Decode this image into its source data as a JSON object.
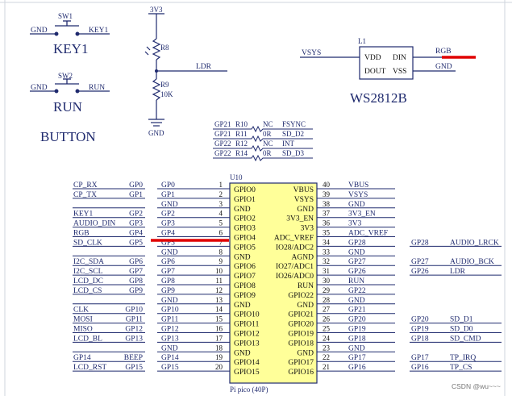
{
  "colors": {
    "wire": "#1f2a6e",
    "chip_fill": "#ffff99",
    "highlight": "#e00000"
  },
  "buttons": {
    "title": "BUTTON",
    "sw1": {
      "ref": "SW1",
      "left": "GND",
      "right": "KEY1",
      "name": "KEY1"
    },
    "sw2": {
      "ref": "SW2",
      "left": "GND",
      "right": "RUN",
      "name": "RUN"
    }
  },
  "ldr": {
    "supply": "3V3",
    "r8": "R8",
    "net": "LDR",
    "r9": "R9",
    "r9_value": "10K",
    "ground": "GND"
  },
  "ws2812": {
    "ref": "L1",
    "part": "WS2812B",
    "pins": {
      "vdd": "VDD",
      "din": "DIN",
      "dout": "DOUT",
      "vss": "VSS"
    },
    "nets": {
      "vsys": "VSYS",
      "rgb": "RGB",
      "gnd": "GND"
    }
  },
  "resistors": [
    {
      "gp": "GP21",
      "ref": "R10",
      "val": "NC",
      "net": "FSYNC"
    },
    {
      "gp": "GP21",
      "ref": "R11",
      "val": "0R",
      "net": "SD_D2"
    },
    {
      "gp": "GP22",
      "ref": "R12",
      "val": "NC",
      "net": "INT"
    },
    {
      "gp": "GP22",
      "ref": "R14",
      "val": "0R",
      "net": "SD_D3"
    }
  ],
  "pico": {
    "ref": "U10",
    "footer": "Pi pico (40P)",
    "left_pins": [
      {
        "num": "1",
        "name": "GPIO0",
        "net": "GP0",
        "sig": "CP_RX",
        "gp": "GP0"
      },
      {
        "num": "2",
        "name": "GPIO1",
        "net": "GP1",
        "sig": "CP_TX",
        "gp": "GP1"
      },
      {
        "num": "3",
        "name": "GND",
        "net": "GND",
        "sig": "",
        "gp": ""
      },
      {
        "num": "4",
        "name": "GPIO2",
        "net": "GP2",
        "sig": "KEY1",
        "gp": "GP2"
      },
      {
        "num": "5",
        "name": "GPIO3",
        "net": "GP3",
        "sig": "AUDIO_DIN",
        "gp": "GP3"
      },
      {
        "num": "6",
        "name": "GPIO4",
        "net": "GP4",
        "sig": "RGB",
        "gp": "GP4"
      },
      {
        "num": "7",
        "name": "GPIO5",
        "net": "GP5",
        "sig": "SD_CLK",
        "gp": "GP5"
      },
      {
        "num": "8",
        "name": "GND",
        "net": "GND",
        "sig": "",
        "gp": ""
      },
      {
        "num": "9",
        "name": "GPIO6",
        "net": "GP6",
        "sig": "I2C_SDA",
        "gp": "GP6"
      },
      {
        "num": "10",
        "name": "GPIO7",
        "net": "GP7",
        "sig": "I2C_SCL",
        "gp": "GP7"
      },
      {
        "num": "11",
        "name": "GPIO8",
        "net": "GP8",
        "sig": "LCD_DC",
        "gp": "GP8"
      },
      {
        "num": "12",
        "name": "GPIO9",
        "net": "GP9",
        "sig": "LCD_CS",
        "gp": "GP9"
      },
      {
        "num": "13",
        "name": "GND",
        "net": "GND",
        "sig": "",
        "gp": ""
      },
      {
        "num": "14",
        "name": "GPIO10",
        "net": "GP10",
        "sig": "CLK",
        "gp": "GP10"
      },
      {
        "num": "15",
        "name": "GPIO11",
        "net": "GP11",
        "sig": "MOSI",
        "gp": "GP11"
      },
      {
        "num": "16",
        "name": "GPIO12",
        "net": "GP12",
        "sig": "MISO",
        "gp": "GP12"
      },
      {
        "num": "17",
        "name": "GPIO13",
        "net": "GP13",
        "sig": "LCD_BL",
        "gp": "GP13"
      },
      {
        "num": "18",
        "name": "GND",
        "net": "GND",
        "sig": "",
        "gp": ""
      },
      {
        "num": "19",
        "name": "GPIO14",
        "net": "GP14",
        "sig": "GP14",
        "gp": "BEEP"
      },
      {
        "num": "20",
        "name": "GPIO15",
        "net": "GP15",
        "sig": "LCD_RST",
        "gp": "GP15"
      }
    ],
    "right_pins": [
      {
        "num": "40",
        "name": "VBUS",
        "net": "VBUS",
        "gp": "",
        "sig": ""
      },
      {
        "num": "39",
        "name": "VSYS",
        "net": "VSYS",
        "gp": "",
        "sig": ""
      },
      {
        "num": "38",
        "name": "GND",
        "net": "GND",
        "gp": "",
        "sig": ""
      },
      {
        "num": "37",
        "name": "3V3_EN",
        "net": "3V3_EN",
        "gp": "",
        "sig": ""
      },
      {
        "num": "36",
        "name": "3V3",
        "net": "3V3",
        "gp": "",
        "sig": ""
      },
      {
        "num": "35",
        "name": "ADC_VREF",
        "net": "ADC_VREF",
        "gp": "",
        "sig": ""
      },
      {
        "num": "34",
        "name": "IO28/ADC2",
        "net": "GP28",
        "gp": "GP28",
        "sig": "AUDIO_LRCK"
      },
      {
        "num": "33",
        "name": "AGND",
        "net": "GND",
        "gp": "",
        "sig": ""
      },
      {
        "num": "32",
        "name": "IO27/ADC1",
        "net": "GP27",
        "gp": "GP27",
        "sig": "AUDIO_BCK"
      },
      {
        "num": "31",
        "name": "IO26/ADC0",
        "net": "GP26",
        "gp": "GP26",
        "sig": "LDR"
      },
      {
        "num": "30",
        "name": "RUN",
        "net": "RUN",
        "gp": "",
        "sig": ""
      },
      {
        "num": "29",
        "name": "GPIO22",
        "net": "GP22",
        "gp": "",
        "sig": ""
      },
      {
        "num": "28",
        "name": "GND",
        "net": "GND",
        "gp": "",
        "sig": ""
      },
      {
        "num": "27",
        "name": "GPIO21",
        "net": "GP21",
        "gp": "",
        "sig": ""
      },
      {
        "num": "26",
        "name": "GPIO20",
        "net": "GP20",
        "gp": "GP20",
        "sig": "SD_D1"
      },
      {
        "num": "25",
        "name": "GPIO19",
        "net": "GP19",
        "gp": "GP19",
        "sig": "SD_D0"
      },
      {
        "num": "24",
        "name": "GPIO18",
        "net": "GP18",
        "gp": "GP18",
        "sig": "SD_CMD"
      },
      {
        "num": "23",
        "name": "GND",
        "net": "GND",
        "gp": "",
        "sig": ""
      },
      {
        "num": "22",
        "name": "GPIO17",
        "net": "GP17",
        "gp": "GP17",
        "sig": "TP_IRQ"
      },
      {
        "num": "21",
        "name": "GPIO16",
        "net": "GP16",
        "gp": "GP16",
        "sig": "TP_CS"
      }
    ]
  },
  "watermark": "CSDN @wu~~~"
}
